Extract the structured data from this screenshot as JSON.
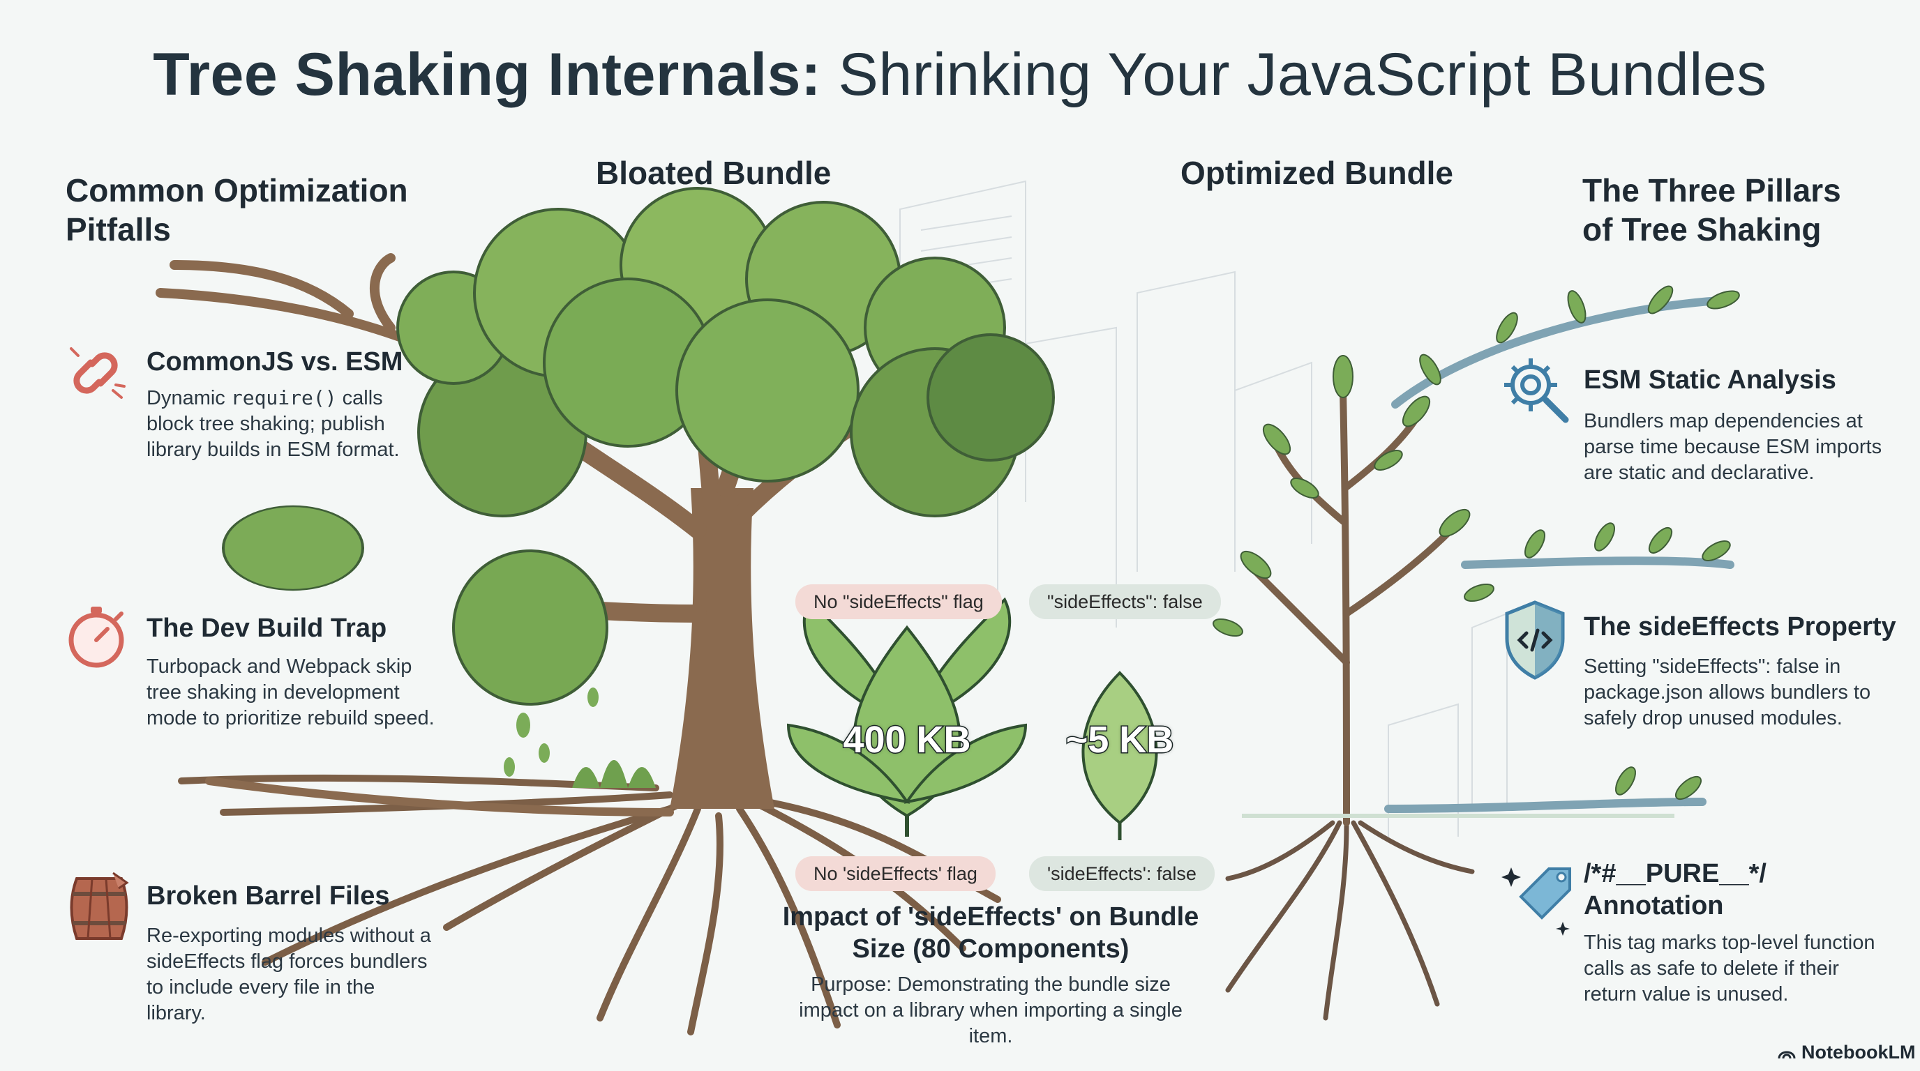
{
  "title": {
    "bold": "Tree Shaking Internals:",
    "rest": " Shrinking Your JavaScript Bundles"
  },
  "left": {
    "heading": "Common Optimization Pitfalls",
    "items": [
      {
        "icon": "broken-link-icon",
        "title": "CommonJS vs. ESM",
        "body_pre": "Dynamic ",
        "body_code": "require()",
        "body_post": " calls block tree shaking; publish library builds in ESM format."
      },
      {
        "icon": "stopwatch-icon",
        "title": "The Dev Build Trap",
        "body": "Turbopack and Webpack skip tree shaking in development mode to prioritize rebuild speed."
      },
      {
        "icon": "broken-barrel-icon",
        "title": "Broken Barrel Files",
        "body": "Re-exporting modules without a sideEffects flag forces bundlers to include every file in the library."
      }
    ]
  },
  "center": {
    "bloated_heading": "Bloated Bundle",
    "optimized_heading": "Optimized Bundle",
    "pill_top_left": "No \"sideEffects\" flag",
    "pill_top_right": "\"sideEffects\": false",
    "pill_bottom_left": "No 'sideEffects' flag",
    "pill_bottom_right": "'sideEffects': false",
    "big_leaf_value": "400 KB",
    "small_leaf_value": "~5 KB",
    "impact_title": "Impact of 'sideEffects' on Bundle Size (80 Components)",
    "impact_body": "Purpose: Demonstrating the bundle size impact on a library when importing a single item."
  },
  "right": {
    "heading": "The Three Pillars of Tree Shaking",
    "items": [
      {
        "icon": "gear-magnifier-icon",
        "title": "ESM Static Analysis",
        "body": "Bundlers map dependencies at parse time because ESM imports are static and declarative."
      },
      {
        "icon": "code-shield-icon",
        "title": "The sideEffects Property",
        "body": "Setting \"sideEffects\": false in package.json allows bundlers to safely drop unused modules."
      },
      {
        "icon": "tag-sparkle-icon",
        "title": "/*#__PURE__*/ Annotation",
        "body": "This tag marks top-level function calls as safe to delete if their return value is unused."
      }
    ]
  },
  "brand": "NotebookLM",
  "colors": {
    "accent_red": "#d4675c",
    "accent_blue": "#3f7ea6",
    "leaf_green": "#7bac58",
    "trunk_brown": "#8a6a4f"
  }
}
